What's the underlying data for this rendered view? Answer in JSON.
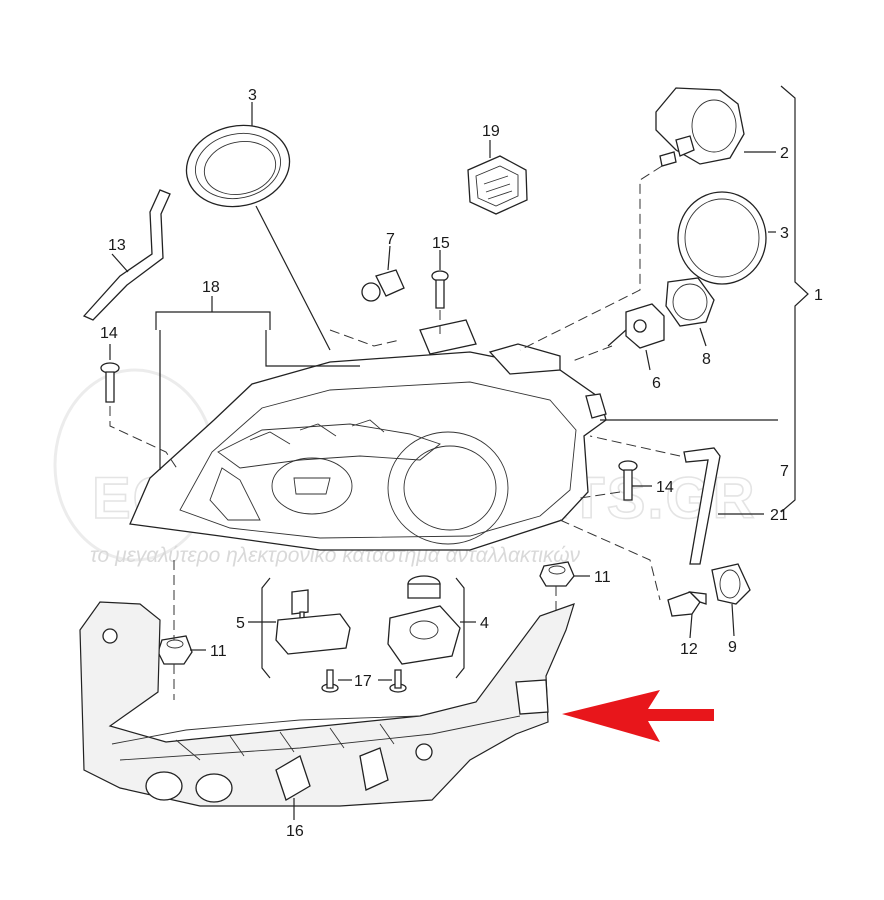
{
  "watermark": {
    "brand": "ECONOMIC PARTS.GR",
    "tagline": "το μεγαλύτερο ηλεκτρονικό κατάστημα ανταλλακτικών"
  },
  "callouts": [
    {
      "id": "c-3a",
      "text": "3"
    },
    {
      "id": "c-19",
      "text": "19"
    },
    {
      "id": "c-2",
      "text": "2"
    },
    {
      "id": "c-3b",
      "text": "3"
    },
    {
      "id": "c-13",
      "text": "13"
    },
    {
      "id": "c-7a",
      "text": "7"
    },
    {
      "id": "c-15",
      "text": "15"
    },
    {
      "id": "c-1",
      "text": "1"
    },
    {
      "id": "c-18",
      "text": "18"
    },
    {
      "id": "c-14a",
      "text": "14"
    },
    {
      "id": "c-8",
      "text": "8"
    },
    {
      "id": "c-6",
      "text": "6"
    },
    {
      "id": "c-7b",
      "text": "7"
    },
    {
      "id": "c-14b",
      "text": "14"
    },
    {
      "id": "c-21",
      "text": "21"
    },
    {
      "id": "c-11a",
      "text": "11"
    },
    {
      "id": "c-5",
      "text": "5"
    },
    {
      "id": "c-4",
      "text": "4"
    },
    {
      "id": "c-11b",
      "text": "11"
    },
    {
      "id": "c-12",
      "text": "12"
    },
    {
      "id": "c-9",
      "text": "9"
    },
    {
      "id": "c-17",
      "text": "17"
    },
    {
      "id": "c-16",
      "text": "16"
    }
  ],
  "colors": {
    "arrow": "#e8161b",
    "line": "#222222",
    "watermark": "#e4e4e4"
  }
}
